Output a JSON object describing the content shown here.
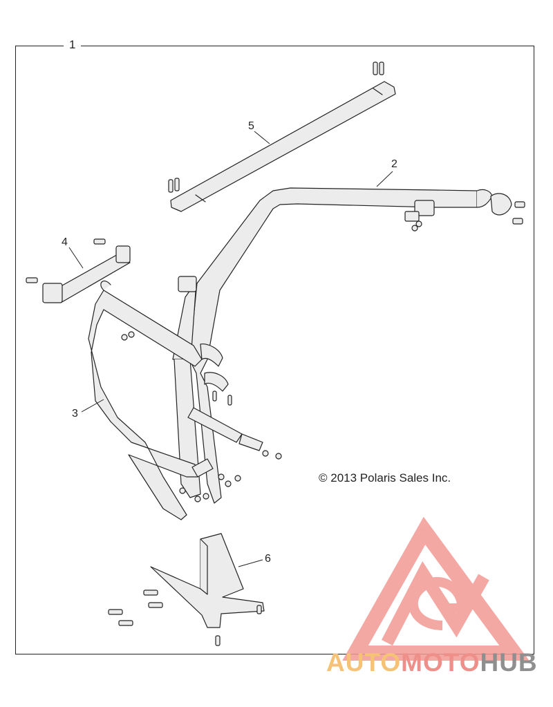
{
  "diagram": {
    "frame_label": "1",
    "copyright": "© 2013 Polaris Sales Inc.",
    "callouts": [
      "2",
      "3",
      "4",
      "5",
      "6"
    ]
  },
  "watermark": {
    "part1": "AUTO",
    "part2": "MOTO",
    "part3": "HUB",
    "colors": {
      "orange": "#f5c276",
      "red": "#ef8f8a",
      "gray": "#8f8f8f"
    }
  },
  "colors": {
    "line": "#222222",
    "tube_fill": "#ececec",
    "logo_red": "#f29a94"
  }
}
